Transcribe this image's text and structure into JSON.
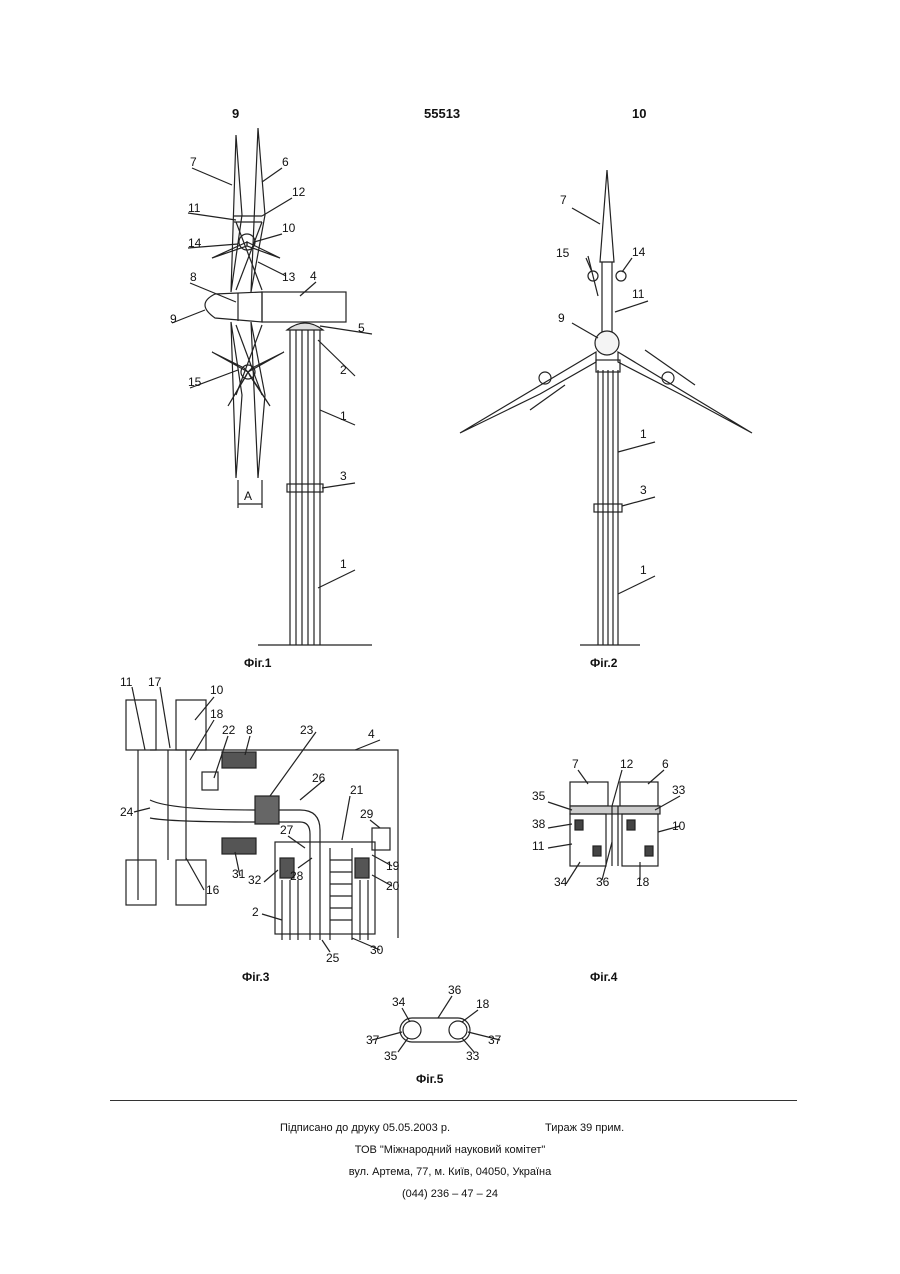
{
  "header": {
    "left_page": "9",
    "patent_number": "55513",
    "right_page": "10"
  },
  "figures": {
    "fig1": {
      "caption": "Фіг.1",
      "labels": [
        "7",
        "6",
        "12",
        "11",
        "10",
        "14",
        "13",
        "4",
        "8",
        "9",
        "5",
        "2",
        "15",
        "1",
        "3",
        "1",
        "A"
      ]
    },
    "fig2": {
      "caption": "Фіг.2",
      "labels": [
        "7",
        "15",
        "14",
        "11",
        "9",
        "1",
        "3",
        "1"
      ]
    },
    "fig3": {
      "caption": "Фіг.3",
      "labels": [
        "11",
        "17",
        "10",
        "18",
        "22",
        "8",
        "23",
        "4",
        "26",
        "24",
        "21",
        "29",
        "27",
        "19",
        "28",
        "20",
        "31",
        "32",
        "16",
        "2",
        "25",
        "30"
      ]
    },
    "fig4": {
      "caption": "Фіг.4",
      "labels": [
        "7",
        "12",
        "6",
        "35",
        "33",
        "38",
        "11",
        "10",
        "34",
        "36",
        "18"
      ]
    },
    "fig5": {
      "caption": "Фіг.5",
      "labels": [
        "34",
        "36",
        "18",
        "37",
        "37",
        "35",
        "33"
      ]
    }
  },
  "footer": {
    "signed": "Підписано до друку 05.05.2003 р.",
    "circulation": "Тираж 39 прим.",
    "publisher": "ТОВ \"Міжнародний науковий комітет\"",
    "address": "вул. Артема, 77, м. Київ, 04050, Україна",
    "phone": "(044) 236 – 47 – 24"
  }
}
